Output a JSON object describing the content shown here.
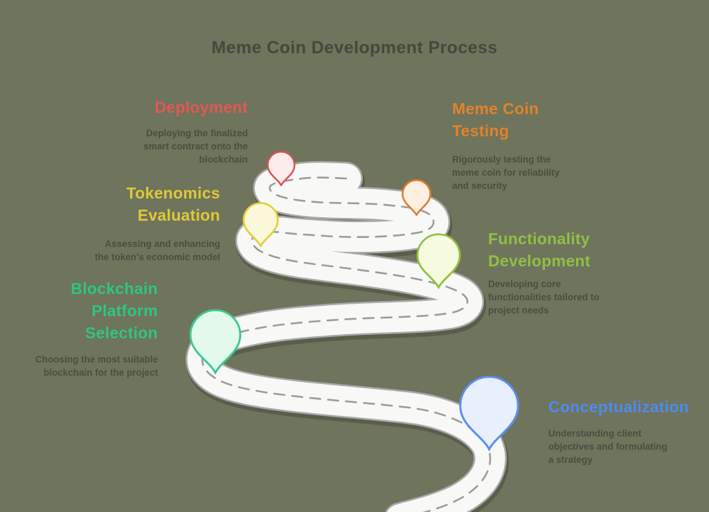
{
  "title": "Meme Coin Development Process",
  "background_color": "#6f745c",
  "title_color": "#454741",
  "description_color": "#4a4e41",
  "road": {
    "surface_color": "#f8f8f6",
    "casing_color": "#a8a8a8",
    "dash_color": "#9b9b9b"
  },
  "steps": [
    {
      "id": "conceptualization",
      "title_lines": [
        "Conceptualization"
      ],
      "desc_lines": [
        "Understanding client",
        "objectives and formulating",
        "a strategy"
      ],
      "title_color": "#4d8bf0",
      "pin_fill": "#e8f0fd",
      "pin_stroke": "#5b8ff2"
    },
    {
      "id": "blockchain-platform-selection",
      "title_lines": [
        "Blockchain",
        "Platform",
        "Selection"
      ],
      "desc_lines": [
        "Choosing the most suitable",
        "blockchain for the project"
      ],
      "title_color": "#2ec586",
      "pin_fill": "#e2f9ec",
      "pin_stroke": "#3bcb8b"
    },
    {
      "id": "functionality-development",
      "title_lines": [
        "Functionality",
        "Development"
      ],
      "desc_lines": [
        "Developing core",
        "functionalities tailored to",
        "project needs"
      ],
      "title_color": "#8fc043",
      "pin_fill": "#f6fadf",
      "pin_stroke": "#93c041"
    },
    {
      "id": "tokenomics-evaluation",
      "title_lines": [
        "Tokenomics",
        "Evaluation"
      ],
      "desc_lines": [
        "Assessing and enhancing",
        "the token's economic model"
      ],
      "title_color": "#dfc839",
      "pin_fill": "#fbf8d9",
      "pin_stroke": "#e5cf3c"
    },
    {
      "id": "meme-coin-testing",
      "title_lines": [
        "Meme Coin",
        "Testing"
      ],
      "desc_lines": [
        "Rigorously testing the",
        "meme coin for reliability",
        "and security"
      ],
      "title_color": "#e0832c",
      "pin_fill": "#fdf0e2",
      "pin_stroke": "#e07a2e"
    },
    {
      "id": "deployment",
      "title_lines": [
        "Deployment"
      ],
      "desc_lines": [
        "Deploying the finalized",
        "smart contract onto the",
        "blockchain"
      ],
      "title_color": "#e25757",
      "pin_fill": "#fdeceb",
      "pin_stroke": "#dd4f4f"
    }
  ]
}
